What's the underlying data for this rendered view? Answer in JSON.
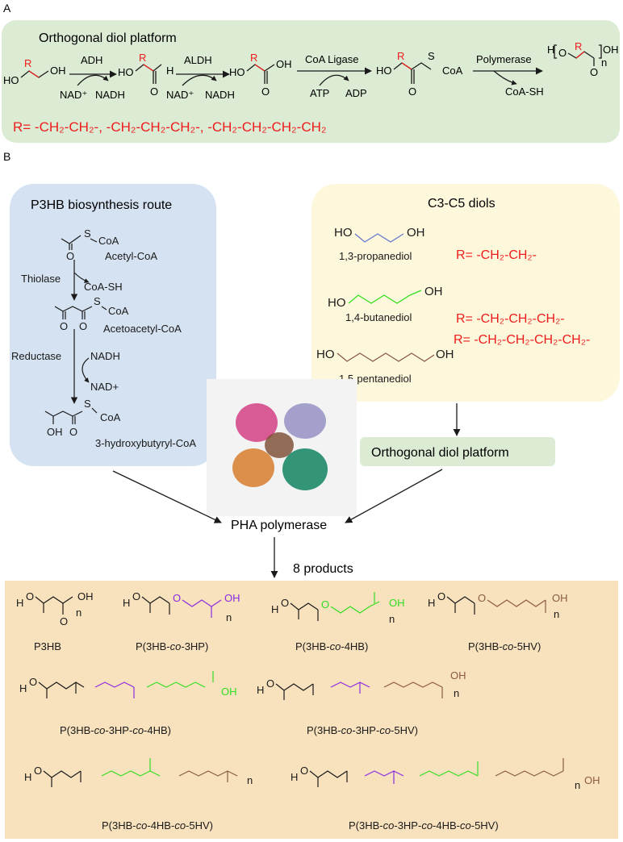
{
  "panel_a": {
    "letter": "A",
    "title": "Orthogonal diol platform",
    "r_text": "R= -CH₂-CH₂-, -CH₂-CH₂-CH₂-, -CH₂-CH₂-CH₂-CH₂",
    "ho": "HO",
    "r": "R",
    "oh": "OH",
    "h": "H",
    "o": "O",
    "s": "S",
    "coa": "CoA",
    "n": "n",
    "adh": "ADH",
    "aldh": "ALDH",
    "coa_ligase": "CoA Ligase",
    "polymerase": "Polymerase",
    "nad_plus": "NAD⁺",
    "nadh": "NADH",
    "atp": "ATP",
    "adp": "ADP",
    "coa_sh": "CoA-SH"
  },
  "panel_b": {
    "letter": "B",
    "p3hb_route": {
      "title": "P3HB biosynthesis route",
      "acetyl_coa": "Acetyl-CoA",
      "acetoacetyl_coa": "Acetoacetyl-CoA",
      "hydroxybutyryl_coa": "3-hydroxybutyryl-CoA",
      "thiolase": "Thiolase",
      "reductase": "Reductase",
      "coa_sh": "CoA-SH",
      "nadh": "NADH",
      "nad_plus": "NAD+",
      "s": "S",
      "coa": "CoA",
      "o": "O",
      "oh": "OH"
    },
    "diols": {
      "title": "C3-C5 diols",
      "ho": "HO",
      "oh": "OH",
      "propanediol": "1,3-propanediol",
      "butanediol": "1,4-butanediol",
      "pentanediol": "1,5-pentanediol",
      "r1": "R= -CH₂-CH₂-",
      "r2": "R= -CH₂-CH₂-CH₂-",
      "r3": "R= -CH₂-CH₂-CH₂-CH₂-"
    },
    "platform_label": "Orthogonal diol platform",
    "polymerase_label": "PHA polymerase",
    "products_label": "8 products",
    "products": {
      "p1": "P3HB",
      "p2_a": "P(3HB-",
      "p2_b": "co",
      "p2_c": "-3HP)",
      "p3_a": "P(3HB-",
      "p3_b": "co",
      "p3_c": "-4HB)",
      "p4_a": "P(3HB-",
      "p4_b": "co",
      "p4_c": "-5HV)",
      "p5_a": "P(3HB-",
      "p5_b": "co",
      "p5_c": "-3HP-",
      "p5_d": "co",
      "p5_e": "-4HB)",
      "p6_a": "P(3HB-",
      "p6_b": "co",
      "p6_c": "-3HP-",
      "p6_d": "co",
      "p6_e": "-5HV)",
      "p7_a": "P(3HB-",
      "p7_b": "co",
      "p7_c": "-4HB-",
      "p7_d": "co",
      "p7_e": "-5HV)",
      "p8_a": "P(3HB-",
      "p8_b": "co",
      "p8_c": "-3HP-",
      "p8_d": "co",
      "p8_e": "-4HB-",
      "p8_f": "co",
      "p8_g": "-5HV)",
      "h": "H",
      "o": "O",
      "oh": "OH",
      "n": "n"
    }
  },
  "colors": {
    "green_panel": "#dcebd3",
    "blue_panel": "#d5e2f1",
    "yellow_panel": "#fdf8dc",
    "orange_panel": "#f8e1bd",
    "red": "#ee1c1c",
    "purple": "#8b2be2",
    "green": "#33dd22",
    "brown": "#8a5a44",
    "blue": "#6677cc"
  }
}
